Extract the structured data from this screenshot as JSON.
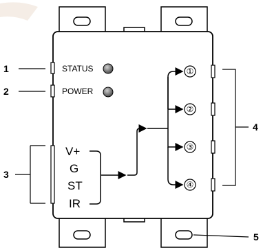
{
  "callouts": {
    "c1": "1",
    "c2": "2",
    "c3": "3",
    "c4": "4",
    "c5": "5"
  },
  "leds": {
    "status": "STATUS",
    "power": "POWER"
  },
  "inputs": [
    "V+",
    "G",
    "ST",
    "IR"
  ],
  "ports": [
    "①",
    "②",
    "③",
    "④"
  ],
  "colors": {
    "line": "#000000",
    "body": "#ffffff",
    "led_fill": "#7a7a7a"
  }
}
